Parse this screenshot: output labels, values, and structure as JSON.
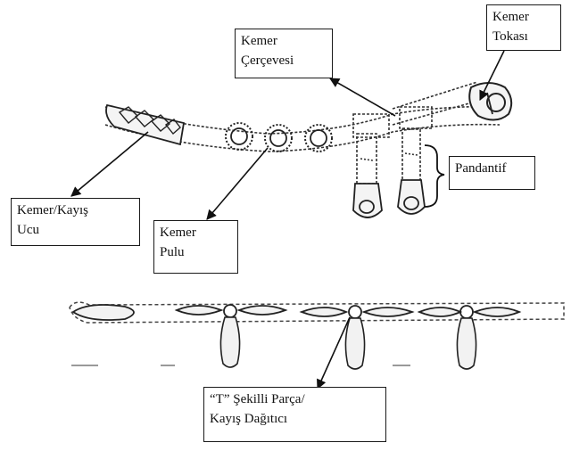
{
  "labels": {
    "belt_buckle": [
      "Kemer",
      "Tokası"
    ],
    "belt_frame": [
      "Kemer",
      "Çerçevesi"
    ],
    "pendant": [
      "Pandantif"
    ],
    "belt_tip": [
      "Kemer/Kayış",
      "Ucu"
    ],
    "belt_scale": [
      "Kemer",
      "Pulu"
    ],
    "t_part": [
      "“T” Şekilli Parça/",
      "Kayış Dağıtıcı"
    ]
  }
}
